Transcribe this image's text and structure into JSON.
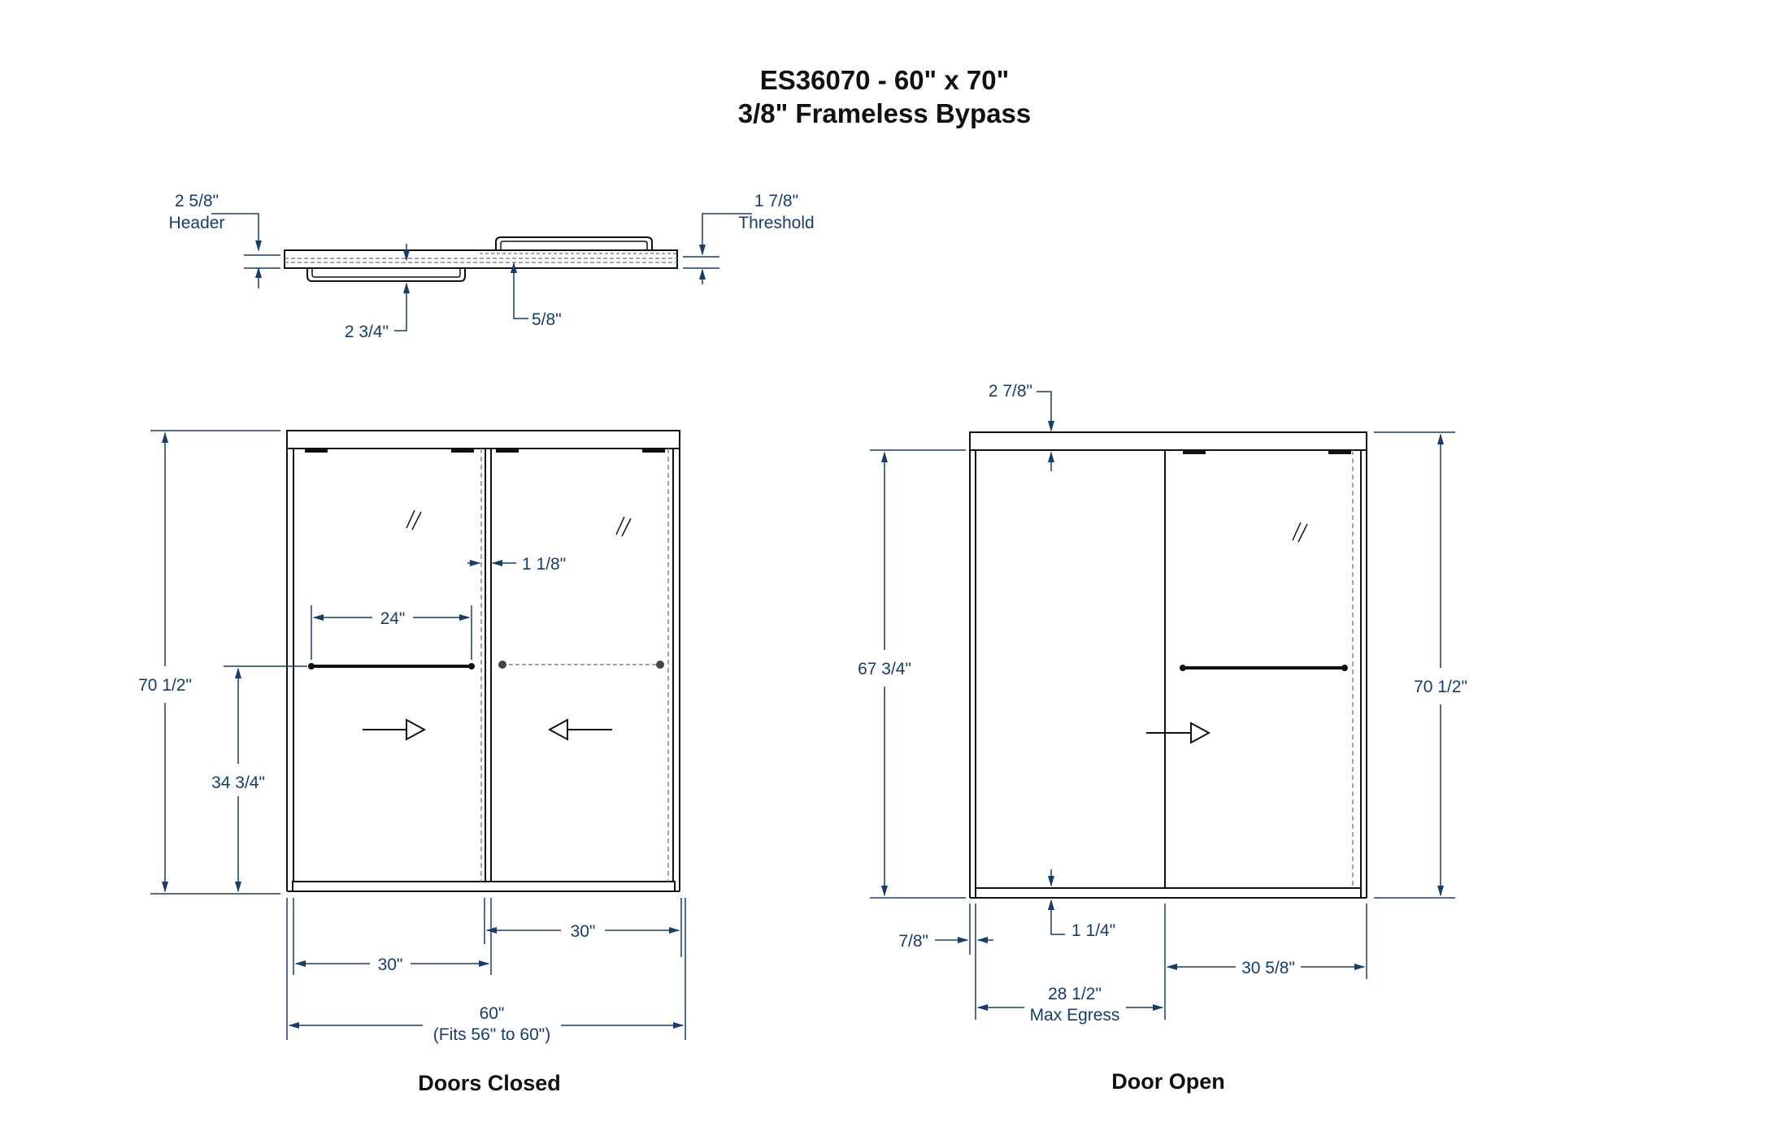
{
  "title": {
    "line1": "ES36070  -  60\" x 70\"",
    "line2": "3/8\" Frameless Bypass"
  },
  "top_view": {
    "header_value": "2 5/8\"",
    "header_label": "Header",
    "threshold_value": "1 7/8\"",
    "threshold_label": "Threshold",
    "handle_depth": "2 3/4\"",
    "gap": "5/8\""
  },
  "doors_closed": {
    "caption": "Doors Closed",
    "height_total": "70 1/2\"",
    "handle_height": "34 3/4\"",
    "handle_width": "24\"",
    "overlap": "1 1/8\"",
    "left_panel": "30\"",
    "right_panel": "30\"",
    "overall_width": "60\"",
    "fits_range": "(Fits 56\" to 60\")"
  },
  "door_open": {
    "caption": "Door Open",
    "header_height": "2 7/8\"",
    "glass_height": "67 3/4\"",
    "height_total": "70 1/2\"",
    "jamb": "7/8\"",
    "threshold_height": "1 1/4\"",
    "egress_value": "28 1/2\"",
    "egress_label": "Max Egress",
    "panel_width": "30 5/8\""
  },
  "colors": {
    "dimension": "#173d6e",
    "outline": "#111111",
    "hidden_line": "#888888"
  },
  "icons": [
    "glass-reflection-icon",
    "arrow-right-icon",
    "arrow-left-icon"
  ]
}
